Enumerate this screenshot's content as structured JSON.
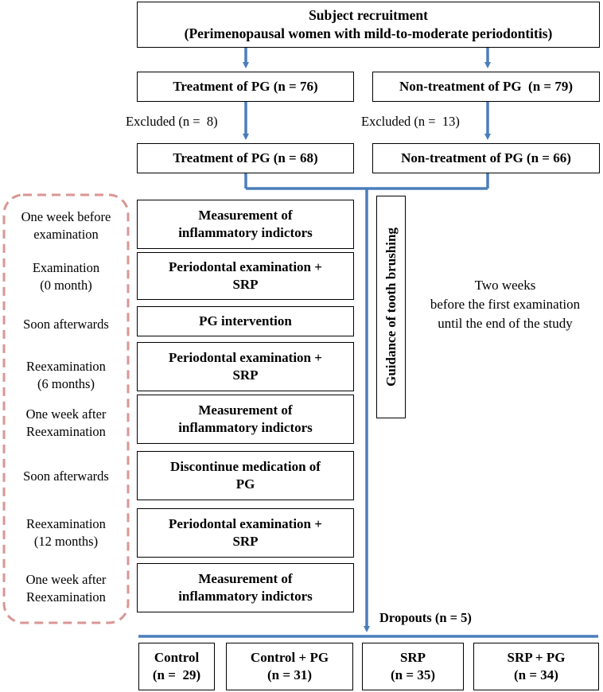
{
  "recruitment": {
    "line1": "Subject recruitment",
    "line2": "(Perimenopausal women with mild-to-moderate periodontitis)"
  },
  "groups": {
    "treat_initial": "Treatment of PG (n = 76)",
    "nontreat_initial": "Non-treatment of PG  (n = 79)",
    "excluded_left": "Excluded (n =  8)",
    "excluded_right": "Excluded (n =  13)",
    "treat_final": "Treatment of PG (n = 68)",
    "nontreat_final": "Non-treatment of PG (n = 66)"
  },
  "timeline": [
    {
      "time": [
        "One week before",
        "examination"
      ],
      "action": [
        "Measurement of",
        "inflammatory indictors"
      ]
    },
    {
      "time": [
        "Examination",
        "(0 month)"
      ],
      "action": [
        "Periodontal examination +",
        "SRP"
      ]
    },
    {
      "time": [
        "Soon afterwards"
      ],
      "action": [
        "PG intervention"
      ]
    },
    {
      "time": [
        "Reexamination",
        "(6 months)"
      ],
      "action": [
        "Periodontal examination +",
        "SRP"
      ]
    },
    {
      "time": [
        "One week after",
        "Reexamination"
      ],
      "action": [
        "Measurement of",
        "inflammatory indictors"
      ]
    },
    {
      "time": [
        "Soon afterwards"
      ],
      "action": [
        "Discontinue medication of",
        "PG"
      ]
    },
    {
      "time": [
        "Reexamination",
        "(12 months)"
      ],
      "action": [
        "Periodontal examination +",
        "SRP"
      ]
    },
    {
      "time": [
        "One week after",
        "Reexamination"
      ],
      "action": [
        "Measurement of",
        "inflammatory indictors"
      ]
    }
  ],
  "guidance": {
    "label": "Guidance of tooth brushing",
    "note": [
      "Two weeks",
      "before the first examination",
      "until the end of the study"
    ]
  },
  "dropouts": "Dropouts (n = 5)",
  "final_groups": [
    {
      "name": "Control",
      "n": "(n =  29)"
    },
    {
      "name": "Control + PG",
      "n": "(n = 31)"
    },
    {
      "name": "SRP",
      "n": "(n = 35)"
    },
    {
      "name": "SRP + PG",
      "n": "(n = 34)"
    }
  ],
  "colors": {
    "arrow": "#4a7ebb",
    "dashed_frame": "#d99694",
    "border": "#000000"
  }
}
